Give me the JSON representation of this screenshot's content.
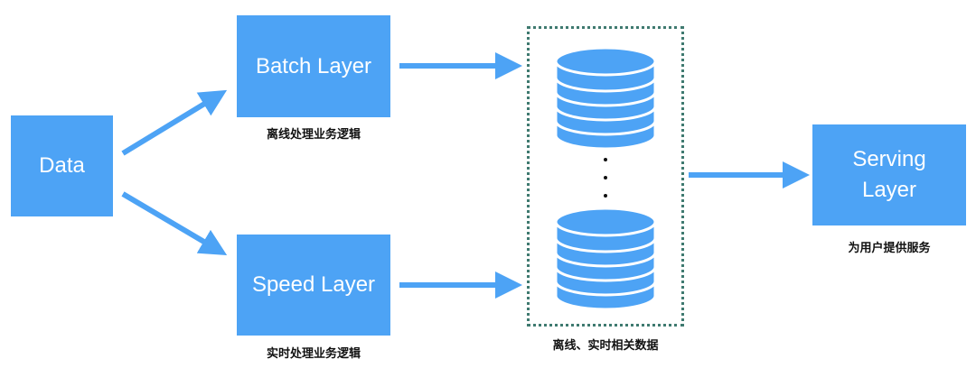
{
  "diagram": {
    "nodes": {
      "data": {
        "label": "Data"
      },
      "batch": {
        "label": "Batch Layer",
        "caption": "离线处理业务逻辑"
      },
      "speed": {
        "label": "Speed Layer",
        "caption": "实时处理业务逻辑"
      },
      "storage": {
        "caption": "离线、实时相关数据"
      },
      "serving": {
        "label_line1": "Serving",
        "label_line2": "Layer",
        "caption": "为用户提供服务"
      }
    },
    "edges": [
      {
        "from": "data",
        "to": "batch"
      },
      {
        "from": "data",
        "to": "speed"
      },
      {
        "from": "batch",
        "to": "storage"
      },
      {
        "from": "speed",
        "to": "storage"
      },
      {
        "from": "storage",
        "to": "serving"
      }
    ],
    "colors": {
      "box": "#4da3f5",
      "arrow": "#4da3f5",
      "storage_border": "#3f7a70",
      "database": "#4da3f5"
    },
    "icons": [
      "database-icon",
      "database-icon",
      "ellipsis-vertical-icon"
    ]
  }
}
